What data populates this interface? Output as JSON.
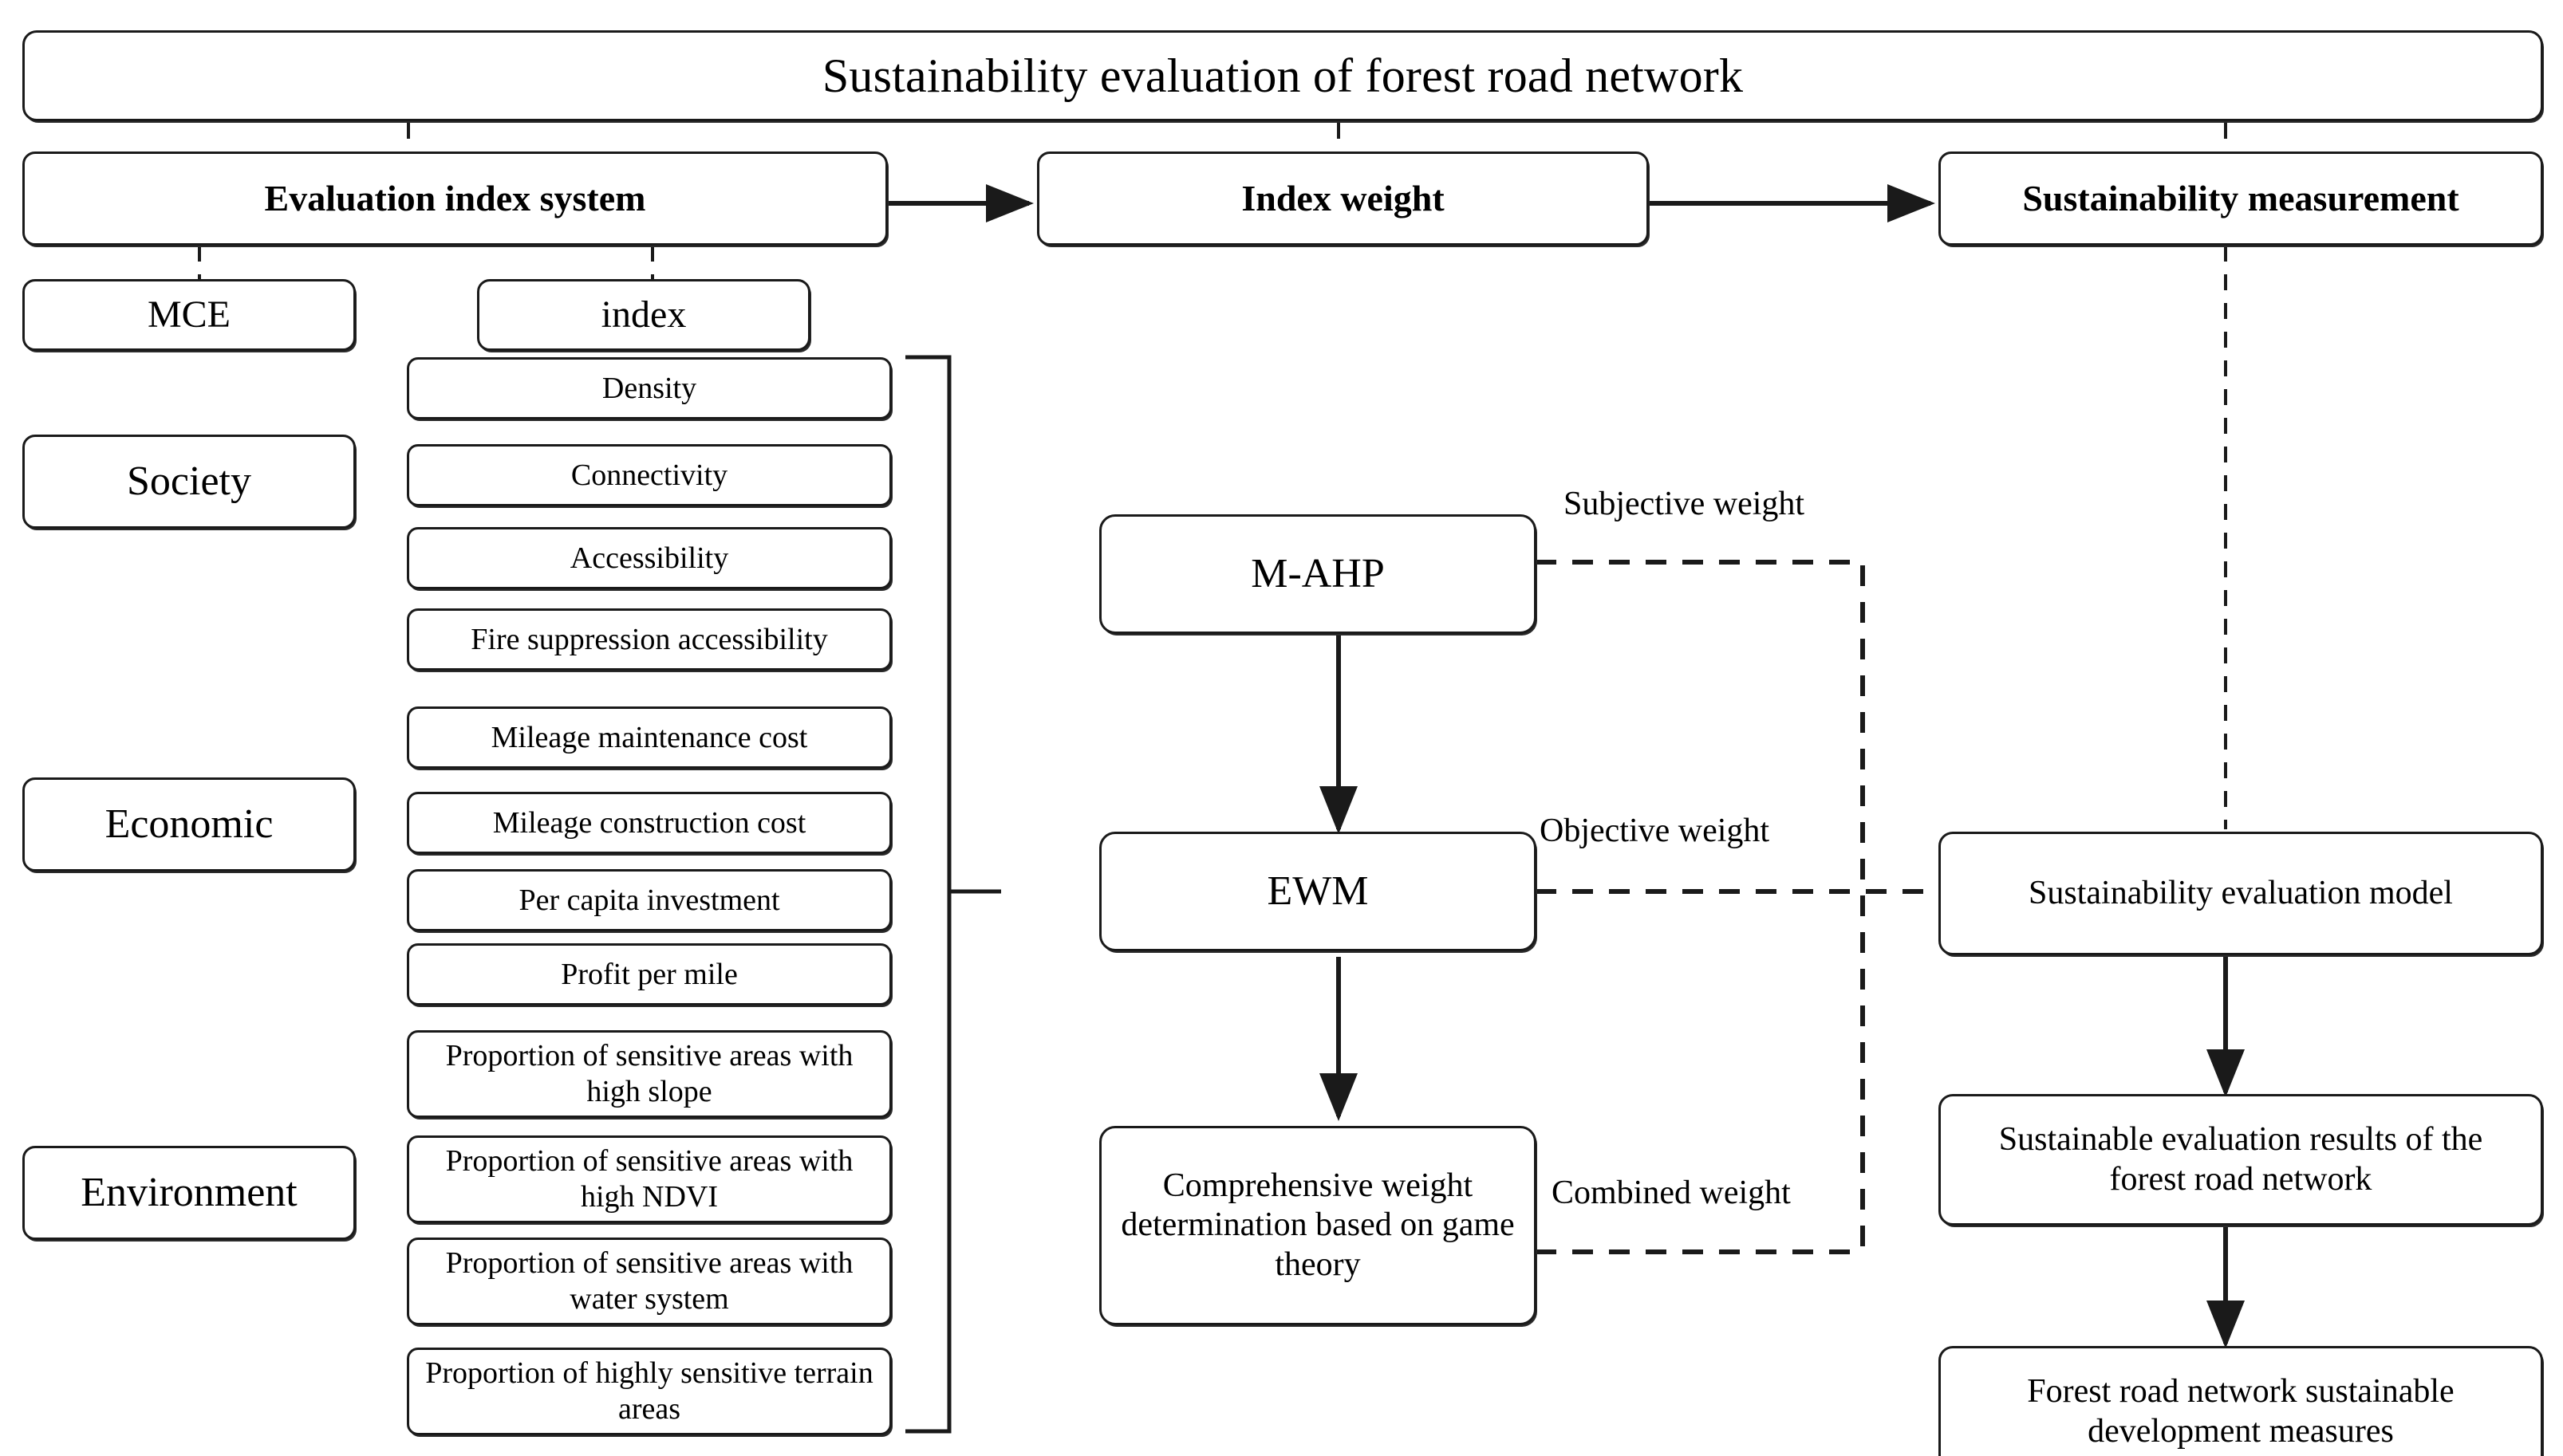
{
  "diagram": {
    "title": "Sustainability evaluation of forest road network",
    "headers": [
      {
        "id": "evaluation-index-system",
        "label": "Evaluation index system"
      },
      {
        "id": "index-weight",
        "label": "Index weight"
      },
      {
        "id": "sustainability-measurement",
        "label": "Sustainability measurement"
      }
    ],
    "left_column": {
      "method_label": "MCE",
      "index_label": "index",
      "categories": [
        {
          "id": "society",
          "label": "Society"
        },
        {
          "id": "economic",
          "label": "Economic"
        },
        {
          "id": "environment",
          "label": "Environment"
        }
      ],
      "indicators": [
        {
          "id": "density",
          "label": "Density",
          "group": "society"
        },
        {
          "id": "connectivity",
          "label": "Connectivity",
          "group": "society"
        },
        {
          "id": "accessibility",
          "label": "Accessibility",
          "group": "society"
        },
        {
          "id": "fire-suppression-accessibility",
          "label": "Fire suppression accessibility",
          "group": "society"
        },
        {
          "id": "mileage-maintenance-cost",
          "label": "Mileage maintenance cost",
          "group": "economic"
        },
        {
          "id": "mileage-construction-cost",
          "label": "Mileage construction cost",
          "group": "economic"
        },
        {
          "id": "per-capita-investment",
          "label": "Per capita investment",
          "group": "economic"
        },
        {
          "id": "profit-per-mile",
          "label": "Profit per mile",
          "group": "economic"
        },
        {
          "id": "sensitive-areas-high-slope",
          "label": "Proportion of sensitive areas with high slope",
          "group": "environment"
        },
        {
          "id": "sensitive-areas-high-ndvi",
          "label": "Proportion of sensitive areas with high NDVI",
          "group": "environment"
        },
        {
          "id": "sensitive-areas-water-system",
          "label": "Proportion of sensitive areas with water system",
          "group": "environment"
        },
        {
          "id": "highly-sensitive-terrain-areas",
          "label": "Proportion of highly sensitive terrain areas",
          "group": "environment"
        }
      ]
    },
    "middle_column": {
      "nodes": [
        {
          "id": "m-ahp",
          "label": "M-AHP"
        },
        {
          "id": "ewm",
          "label": "EWM"
        },
        {
          "id": "comprehensive-weight",
          "label": "Comprehensive weight determination based on game theory"
        }
      ],
      "edge_labels": [
        {
          "id": "subjective-weight",
          "label": "Subjective weight"
        },
        {
          "id": "objective-weight",
          "label": "Objective weight"
        },
        {
          "id": "combined-weight",
          "label": "Combined weight"
        }
      ]
    },
    "right_column": {
      "nodes": [
        {
          "id": "sustainability-evaluation-model",
          "label": "Sustainability evaluation model"
        },
        {
          "id": "sustainable-evaluation-results",
          "label": "Sustainable evaluation results of the forest road network"
        },
        {
          "id": "sustainable-development-measures",
          "label": "Forest road network sustainable development measures"
        }
      ]
    },
    "colors": {
      "stroke": "#1a1a1a",
      "background": "#ffffff",
      "text": "#000000"
    }
  }
}
